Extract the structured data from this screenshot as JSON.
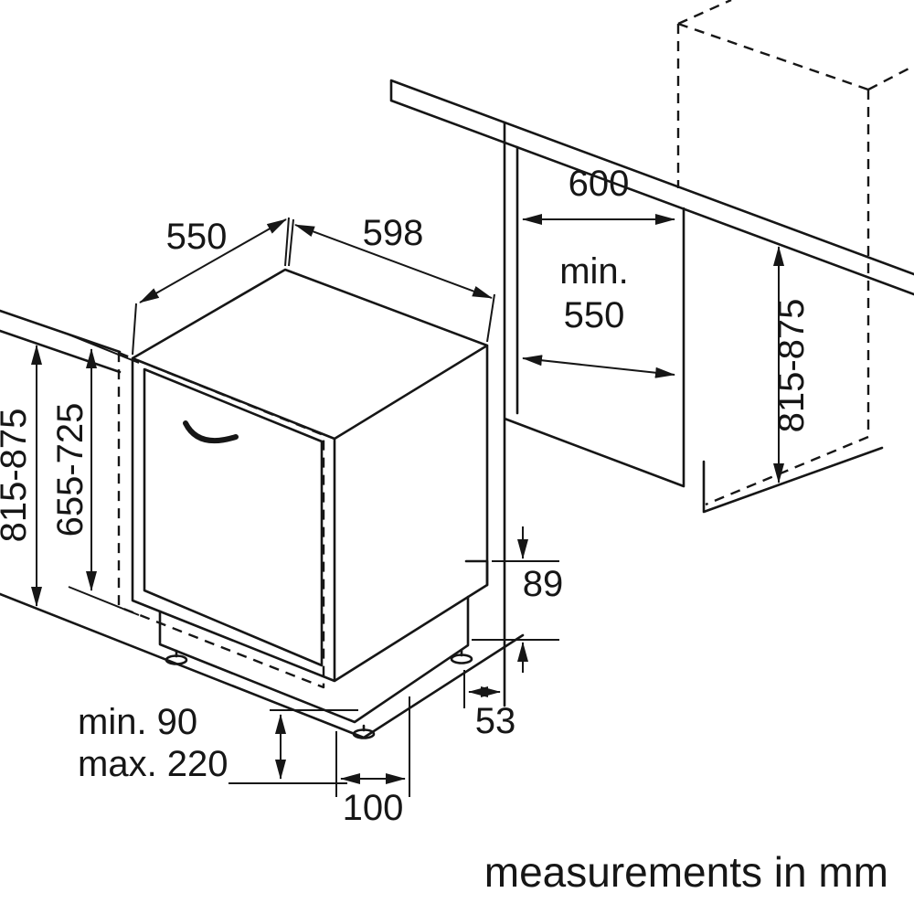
{
  "diagram": {
    "dimensions": {
      "depth": "550",
      "width": "598",
      "appliance_height": "815-875",
      "door_height": "655-725",
      "plinth_min": "min. 90",
      "plinth_max": "max. 220",
      "foot_inset": "100",
      "rear_foot_offset": "53",
      "rear_clearance": "89",
      "niche_width": "600",
      "niche_depth_prefix": "min.",
      "niche_depth_value": "550",
      "niche_height": "815-875"
    },
    "footnote": "measurements in mm"
  }
}
